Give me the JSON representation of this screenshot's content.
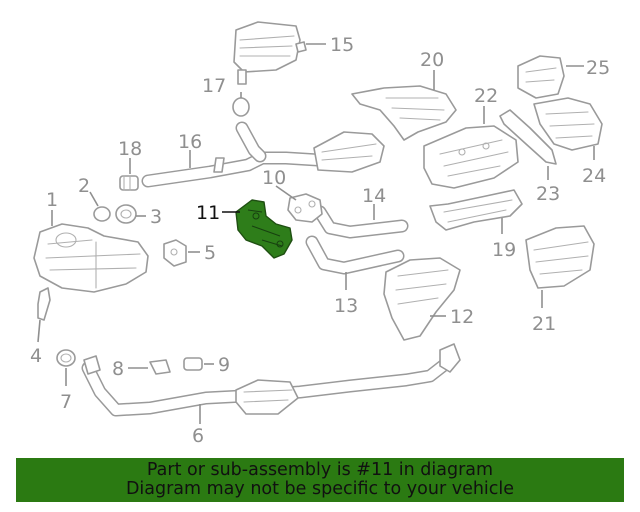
{
  "callouts": {
    "c1": "1",
    "c2": "2",
    "c3": "3",
    "c4": "4",
    "c5": "5",
    "c6": "6",
    "c7": "7",
    "c8": "8",
    "c9": "9",
    "c10": "10",
    "c11": "11",
    "c12": "12",
    "c13": "13",
    "c14": "14",
    "c15": "15",
    "c16": "16",
    "c17": "17",
    "c18": "18",
    "c19": "19",
    "c20": "20",
    "c21": "21",
    "c22": "22",
    "c23": "23",
    "c24": "24",
    "c25": "25"
  },
  "highlighted_part": "11",
  "colors": {
    "highlight": "#2e7d1a",
    "footer_background": "#2b7a12",
    "part_outline": "#9a9a9a"
  },
  "footer": {
    "line1": "Part or sub-assembly is #11 in diagram",
    "line2": "Diagram may not be specific to your vehicle"
  }
}
